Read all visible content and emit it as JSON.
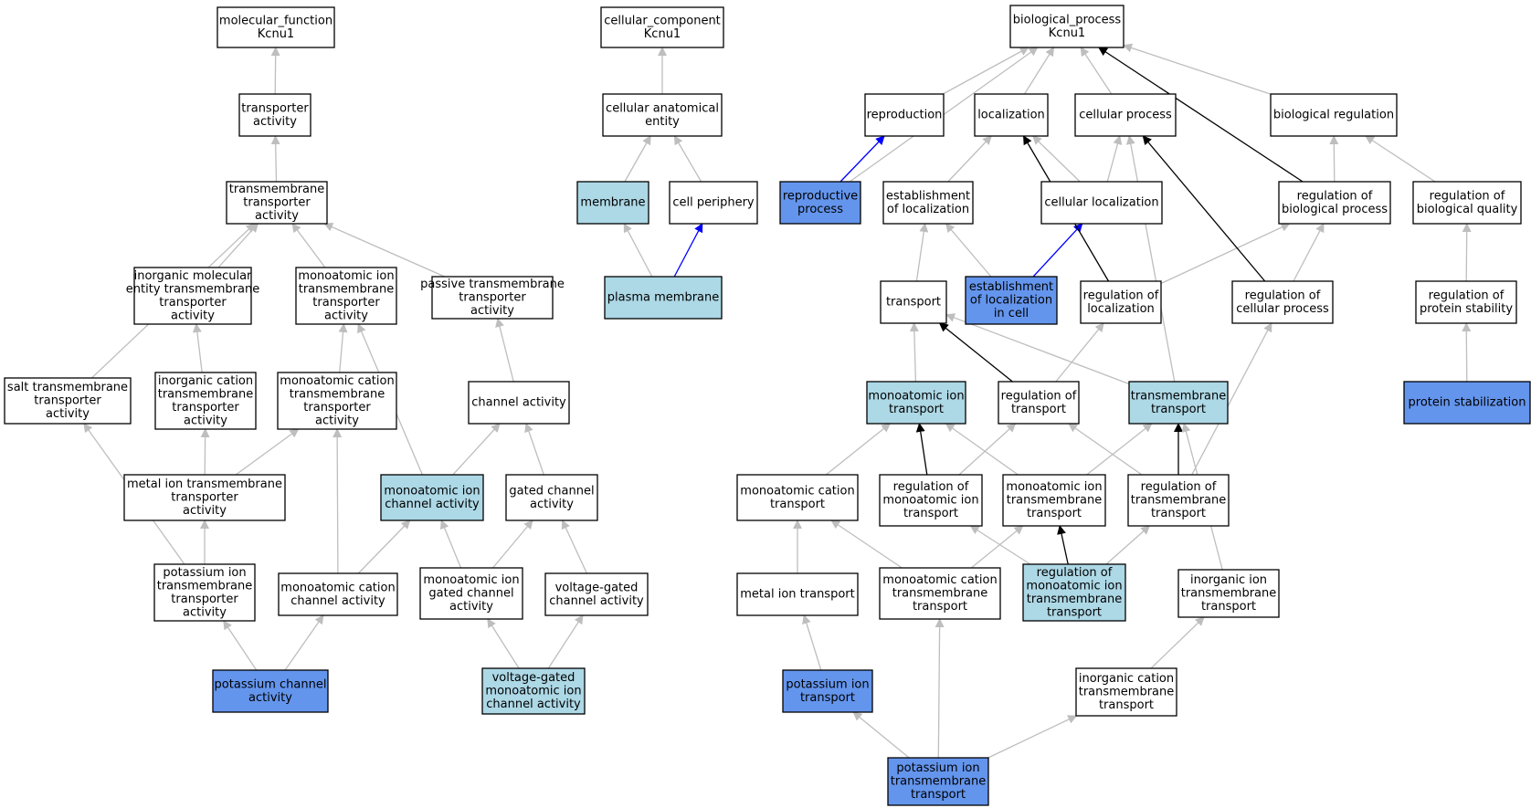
{
  "colors": {
    "fill_plain": "#ffffff",
    "fill_light": "#add8e6",
    "fill_dark": "#6495ed",
    "edge_gray": "#bebebe",
    "edge_black": "#000000",
    "edge_blue": "#0000ff"
  },
  "nodes": [
    {
      "id": "mf",
      "lines": [
        "molecular_function",
        "Kcnu1"
      ],
      "fill": "plain"
    },
    {
      "id": "ta",
      "lines": [
        "transporter",
        "activity"
      ],
      "fill": "plain"
    },
    {
      "id": "tmta",
      "lines": [
        "transmembrane",
        "transporter",
        "activity"
      ],
      "fill": "plain"
    },
    {
      "id": "imetta",
      "lines": [
        "inorganic molecular",
        "entity transmembrane",
        "transporter",
        "activity"
      ],
      "fill": "plain"
    },
    {
      "id": "miotta",
      "lines": [
        "monoatomic ion",
        "transmembrane",
        "transporter",
        "activity"
      ],
      "fill": "plain"
    },
    {
      "id": "ptta",
      "lines": [
        "passive transmembrane",
        "transporter",
        "activity"
      ],
      "fill": "plain"
    },
    {
      "id": "salt",
      "lines": [
        "salt transmembrane",
        "transporter",
        "activity"
      ],
      "fill": "plain"
    },
    {
      "id": "icta",
      "lines": [
        "inorganic cation",
        "transmembrane",
        "transporter",
        "activity"
      ],
      "fill": "plain"
    },
    {
      "id": "mcta",
      "lines": [
        "monoatomic cation",
        "transmembrane",
        "transporter",
        "activity"
      ],
      "fill": "plain"
    },
    {
      "id": "chan",
      "lines": [
        "channel activity"
      ],
      "fill": "plain"
    },
    {
      "id": "metal",
      "lines": [
        "metal ion transmembrane",
        "transporter",
        "activity"
      ],
      "fill": "plain"
    },
    {
      "id": "mica",
      "lines": [
        "monoatomic ion",
        "channel activity"
      ],
      "fill": "light"
    },
    {
      "id": "gca",
      "lines": [
        "gated channel",
        "activity"
      ],
      "fill": "plain"
    },
    {
      "id": "ktta",
      "lines": [
        "potassium ion",
        "transmembrane",
        "transporter",
        "activity"
      ],
      "fill": "plain"
    },
    {
      "id": "mcca",
      "lines": [
        "monoatomic cation",
        "channel activity"
      ],
      "fill": "plain"
    },
    {
      "id": "migca",
      "lines": [
        "monoatomic ion",
        "gated channel",
        "activity"
      ],
      "fill": "plain"
    },
    {
      "id": "vgca",
      "lines": [
        "voltage-gated",
        "channel activity"
      ],
      "fill": "plain"
    },
    {
      "id": "kca",
      "lines": [
        "potassium channel",
        "activity"
      ],
      "fill": "dark"
    },
    {
      "id": "vgmica",
      "lines": [
        "voltage-gated",
        "monoatomic ion",
        "channel activity"
      ],
      "fill": "light"
    },
    {
      "id": "cc",
      "lines": [
        "cellular_component",
        "Kcnu1"
      ],
      "fill": "plain"
    },
    {
      "id": "cae",
      "lines": [
        "cellular anatomical",
        "entity"
      ],
      "fill": "plain"
    },
    {
      "id": "mem",
      "lines": [
        "membrane"
      ],
      "fill": "light"
    },
    {
      "id": "cper",
      "lines": [
        "cell periphery"
      ],
      "fill": "plain"
    },
    {
      "id": "pm",
      "lines": [
        "plasma membrane"
      ],
      "fill": "light"
    },
    {
      "id": "bp",
      "lines": [
        "biological_process",
        "Kcnu1"
      ],
      "fill": "plain"
    },
    {
      "id": "repro",
      "lines": [
        "reproduction"
      ],
      "fill": "plain"
    },
    {
      "id": "loc",
      "lines": [
        "localization"
      ],
      "fill": "plain"
    },
    {
      "id": "cproc",
      "lines": [
        "cellular process"
      ],
      "fill": "plain"
    },
    {
      "id": "breg",
      "lines": [
        "biological regulation"
      ],
      "fill": "plain"
    },
    {
      "id": "rproc",
      "lines": [
        "reproductive",
        "process"
      ],
      "fill": "dark"
    },
    {
      "id": "estloc",
      "lines": [
        "establishment",
        "of localization"
      ],
      "fill": "plain"
    },
    {
      "id": "cloc",
      "lines": [
        "cellular localization"
      ],
      "fill": "plain"
    },
    {
      "id": "rbp",
      "lines": [
        "regulation of",
        "biological process"
      ],
      "fill": "plain"
    },
    {
      "id": "rbq",
      "lines": [
        "regulation of",
        "biological quality"
      ],
      "fill": "plain"
    },
    {
      "id": "trans",
      "lines": [
        "transport"
      ],
      "fill": "plain"
    },
    {
      "id": "elc",
      "lines": [
        "establishment",
        "of localization",
        "in cell"
      ],
      "fill": "dark"
    },
    {
      "id": "rloc",
      "lines": [
        "regulation of",
        "localization"
      ],
      "fill": "plain"
    },
    {
      "id": "rcp",
      "lines": [
        "regulation of",
        "cellular process"
      ],
      "fill": "plain"
    },
    {
      "id": "rps",
      "lines": [
        "regulation of",
        "protein stability"
      ],
      "fill": "plain"
    },
    {
      "id": "mit",
      "lines": [
        "monoatomic ion",
        "transport"
      ],
      "fill": "light"
    },
    {
      "id": "rtr",
      "lines": [
        "regulation of",
        "transport"
      ],
      "fill": "plain"
    },
    {
      "id": "tmt",
      "lines": [
        "transmembrane",
        "transport"
      ],
      "fill": "light"
    },
    {
      "id": "ps",
      "lines": [
        "protein stabilization"
      ],
      "fill": "dark"
    },
    {
      "id": "mct",
      "lines": [
        "monoatomic cation",
        "transport"
      ],
      "fill": "plain"
    },
    {
      "id": "rmit",
      "lines": [
        "regulation of",
        "monoatomic ion",
        "transport"
      ],
      "fill": "plain"
    },
    {
      "id": "mitt",
      "lines": [
        "monoatomic ion",
        "transmembrane",
        "transport"
      ],
      "fill": "plain"
    },
    {
      "id": "rtmt",
      "lines": [
        "regulation of",
        "transmembrane",
        "transport"
      ],
      "fill": "plain"
    },
    {
      "id": "mtr",
      "lines": [
        "metal ion transport"
      ],
      "fill": "plain"
    },
    {
      "id": "mctt",
      "lines": [
        "monoatomic cation",
        "transmembrane",
        "transport"
      ],
      "fill": "plain"
    },
    {
      "id": "rmitt",
      "lines": [
        "regulation of",
        "monoatomic ion",
        "transmembrane",
        "transport"
      ],
      "fill": "light"
    },
    {
      "id": "iitt",
      "lines": [
        "inorganic ion",
        "transmembrane",
        "transport"
      ],
      "fill": "plain"
    },
    {
      "id": "kit",
      "lines": [
        "potassium ion",
        "transport"
      ],
      "fill": "dark"
    },
    {
      "id": "ictt",
      "lines": [
        "inorganic cation",
        "transmembrane",
        "transport"
      ],
      "fill": "plain"
    },
    {
      "id": "kitt",
      "lines": [
        "potassium ion",
        "transmembrane",
        "transport"
      ],
      "fill": "dark"
    }
  ],
  "edges": [
    {
      "from": "ta",
      "to": "mf",
      "color": "gray"
    },
    {
      "from": "tmta",
      "to": "ta",
      "color": "gray"
    },
    {
      "from": "imetta",
      "to": "tmta",
      "color": "gray"
    },
    {
      "from": "miotta",
      "to": "tmta",
      "color": "gray"
    },
    {
      "from": "ptta",
      "to": "tmta",
      "color": "gray"
    },
    {
      "from": "salt",
      "to": "tmta",
      "color": "gray"
    },
    {
      "from": "icta",
      "to": "imetta",
      "color": "gray"
    },
    {
      "from": "mcta",
      "to": "miotta",
      "color": "gray"
    },
    {
      "from": "mica",
      "to": "miotta",
      "color": "gray"
    },
    {
      "from": "chan",
      "to": "ptta",
      "color": "gray"
    },
    {
      "from": "metal",
      "to": "icta",
      "color": "gray"
    },
    {
      "from": "metal",
      "to": "mcta",
      "color": "gray"
    },
    {
      "from": "mica",
      "to": "chan",
      "color": "gray"
    },
    {
      "from": "gca",
      "to": "chan",
      "color": "gray"
    },
    {
      "from": "ktta",
      "to": "metal",
      "color": "gray"
    },
    {
      "from": "ktta",
      "to": "salt",
      "color": "gray"
    },
    {
      "from": "mcca",
      "to": "mcta",
      "color": "gray"
    },
    {
      "from": "mcca",
      "to": "mica",
      "color": "gray"
    },
    {
      "from": "migca",
      "to": "mica",
      "color": "gray"
    },
    {
      "from": "migca",
      "to": "gca",
      "color": "gray"
    },
    {
      "from": "vgca",
      "to": "gca",
      "color": "gray"
    },
    {
      "from": "kca",
      "to": "ktta",
      "color": "gray"
    },
    {
      "from": "kca",
      "to": "mcca",
      "color": "gray"
    },
    {
      "from": "vgmica",
      "to": "migca",
      "color": "gray"
    },
    {
      "from": "vgmica",
      "to": "vgca",
      "color": "gray"
    },
    {
      "from": "cae",
      "to": "cc",
      "color": "gray"
    },
    {
      "from": "mem",
      "to": "cae",
      "color": "gray"
    },
    {
      "from": "cper",
      "to": "cae",
      "color": "gray"
    },
    {
      "from": "pm",
      "to": "mem",
      "color": "gray"
    },
    {
      "from": "pm",
      "to": "cper",
      "color": "blue"
    },
    {
      "from": "repro",
      "to": "bp",
      "color": "gray"
    },
    {
      "from": "loc",
      "to": "bp",
      "color": "gray"
    },
    {
      "from": "cproc",
      "to": "bp",
      "color": "gray"
    },
    {
      "from": "breg",
      "to": "bp",
      "color": "gray"
    },
    {
      "from": "rproc",
      "to": "bp",
      "color": "gray"
    },
    {
      "from": "rproc",
      "to": "repro",
      "color": "blue"
    },
    {
      "from": "rbp",
      "to": "bp",
      "color": "black"
    },
    {
      "from": "estloc",
      "to": "loc",
      "color": "gray"
    },
    {
      "from": "cloc",
      "to": "loc",
      "color": "gray"
    },
    {
      "from": "cloc",
      "to": "cproc",
      "color": "gray"
    },
    {
      "from": "rbp",
      "to": "breg",
      "color": "gray"
    },
    {
      "from": "rbq",
      "to": "breg",
      "color": "gray"
    },
    {
      "from": "trans",
      "to": "estloc",
      "color": "gray"
    },
    {
      "from": "elc",
      "to": "estloc",
      "color": "gray"
    },
    {
      "from": "elc",
      "to": "cloc",
      "color": "blue"
    },
    {
      "from": "rloc",
      "to": "loc",
      "color": "black"
    },
    {
      "from": "rloc",
      "to": "rbp",
      "color": "gray"
    },
    {
      "from": "rcp",
      "to": "cproc",
      "color": "black"
    },
    {
      "from": "rcp",
      "to": "rbp",
      "color": "gray"
    },
    {
      "from": "rps",
      "to": "rbq",
      "color": "gray"
    },
    {
      "from": "mit",
      "to": "trans",
      "color": "gray"
    },
    {
      "from": "rtr",
      "to": "trans",
      "color": "black"
    },
    {
      "from": "rtr",
      "to": "rloc",
      "color": "gray"
    },
    {
      "from": "tmt",
      "to": "trans",
      "color": "gray"
    },
    {
      "from": "tmt",
      "to": "cproc",
      "color": "gray"
    },
    {
      "from": "ps",
      "to": "rps",
      "color": "gray"
    },
    {
      "from": "mct",
      "to": "mit",
      "color": "gray"
    },
    {
      "from": "rmit",
      "to": "mit",
      "color": "black"
    },
    {
      "from": "rmit",
      "to": "rtr",
      "color": "gray"
    },
    {
      "from": "mitt",
      "to": "mit",
      "color": "gray"
    },
    {
      "from": "mitt",
      "to": "tmt",
      "color": "gray"
    },
    {
      "from": "rtmt",
      "to": "tmt",
      "color": "black"
    },
    {
      "from": "rtmt",
      "to": "rtr",
      "color": "gray"
    },
    {
      "from": "rtmt",
      "to": "rcp",
      "color": "gray"
    },
    {
      "from": "mtr",
      "to": "mct",
      "color": "gray"
    },
    {
      "from": "mctt",
      "to": "mct",
      "color": "gray"
    },
    {
      "from": "mctt",
      "to": "mitt",
      "color": "gray"
    },
    {
      "from": "rmitt",
      "to": "rmit",
      "color": "gray"
    },
    {
      "from": "rmitt",
      "to": "mitt",
      "color": "black"
    },
    {
      "from": "rmitt",
      "to": "rtmt",
      "color": "gray"
    },
    {
      "from": "iitt",
      "to": "tmt",
      "color": "gray"
    },
    {
      "from": "kit",
      "to": "mtr",
      "color": "gray"
    },
    {
      "from": "ictt",
      "to": "iitt",
      "color": "gray"
    },
    {
      "from": "kitt",
      "to": "kit",
      "color": "gray"
    },
    {
      "from": "kitt",
      "to": "mctt",
      "color": "gray"
    },
    {
      "from": "kitt",
      "to": "ictt",
      "color": "gray"
    }
  ]
}
